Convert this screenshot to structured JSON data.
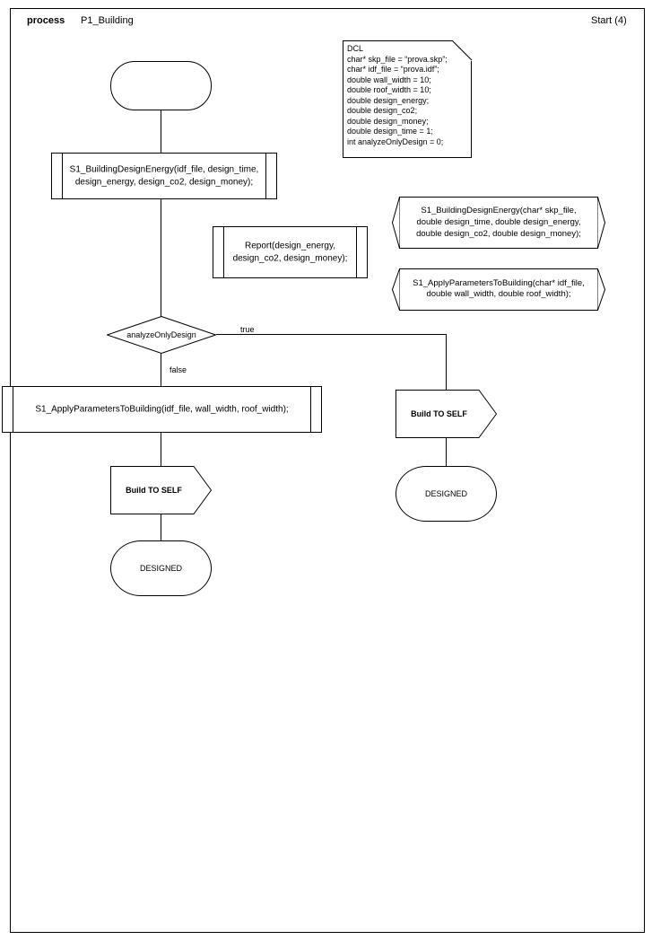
{
  "header": {
    "process_keyword": "process",
    "process_name": "P1_Building",
    "start_label": "Start (4)"
  },
  "diagram": {
    "start_node": {
      "label": ""
    },
    "dcl_note": {
      "title": "DCL",
      "text": "DCL\nchar* skp_file = “prova.skp”;\nchar* idf_file = “prova.idf”;\ndouble wall_width = 10;\ndouble roof_width = 10;\ndouble design_energy;\ndouble design_co2;\ndouble design_money;\ndouble design_time = 1;\nint analyzeOnlyDesign = 0;"
    },
    "process_design_energy": {
      "text": "S1_BuildingDesignEnergy(idf_file, design_time,\ndesign_energy, design_co2, design_money);"
    },
    "process_report": {
      "text": "Report(design_energy,\ndesign_co2, design_money);"
    },
    "signature_design_energy": {
      "text": "S1_BuildingDesignEnergy(char* skp_file,\ndouble design_time, double design_energy,\ndouble design_co2, double design_money);"
    },
    "signature_apply_parameters": {
      "text": "S1_ApplyParametersToBuilding(char* idf_file,\ndouble wall_width, double roof_width);"
    },
    "decision": {
      "condition": "analyzeOnlyDesign",
      "true_label": "true",
      "false_label": "false"
    },
    "process_apply_parameters": {
      "text": "S1_ApplyParametersToBuilding(idf_file, wall_width, roof_width);"
    },
    "build_to_self_false": {
      "label": "Build TO SELF"
    },
    "build_to_self_true": {
      "label": "Build TO SELF"
    },
    "terminal_designed_false": {
      "label": "DESIGNED"
    },
    "terminal_designed_true": {
      "label": "DESIGNED"
    }
  }
}
